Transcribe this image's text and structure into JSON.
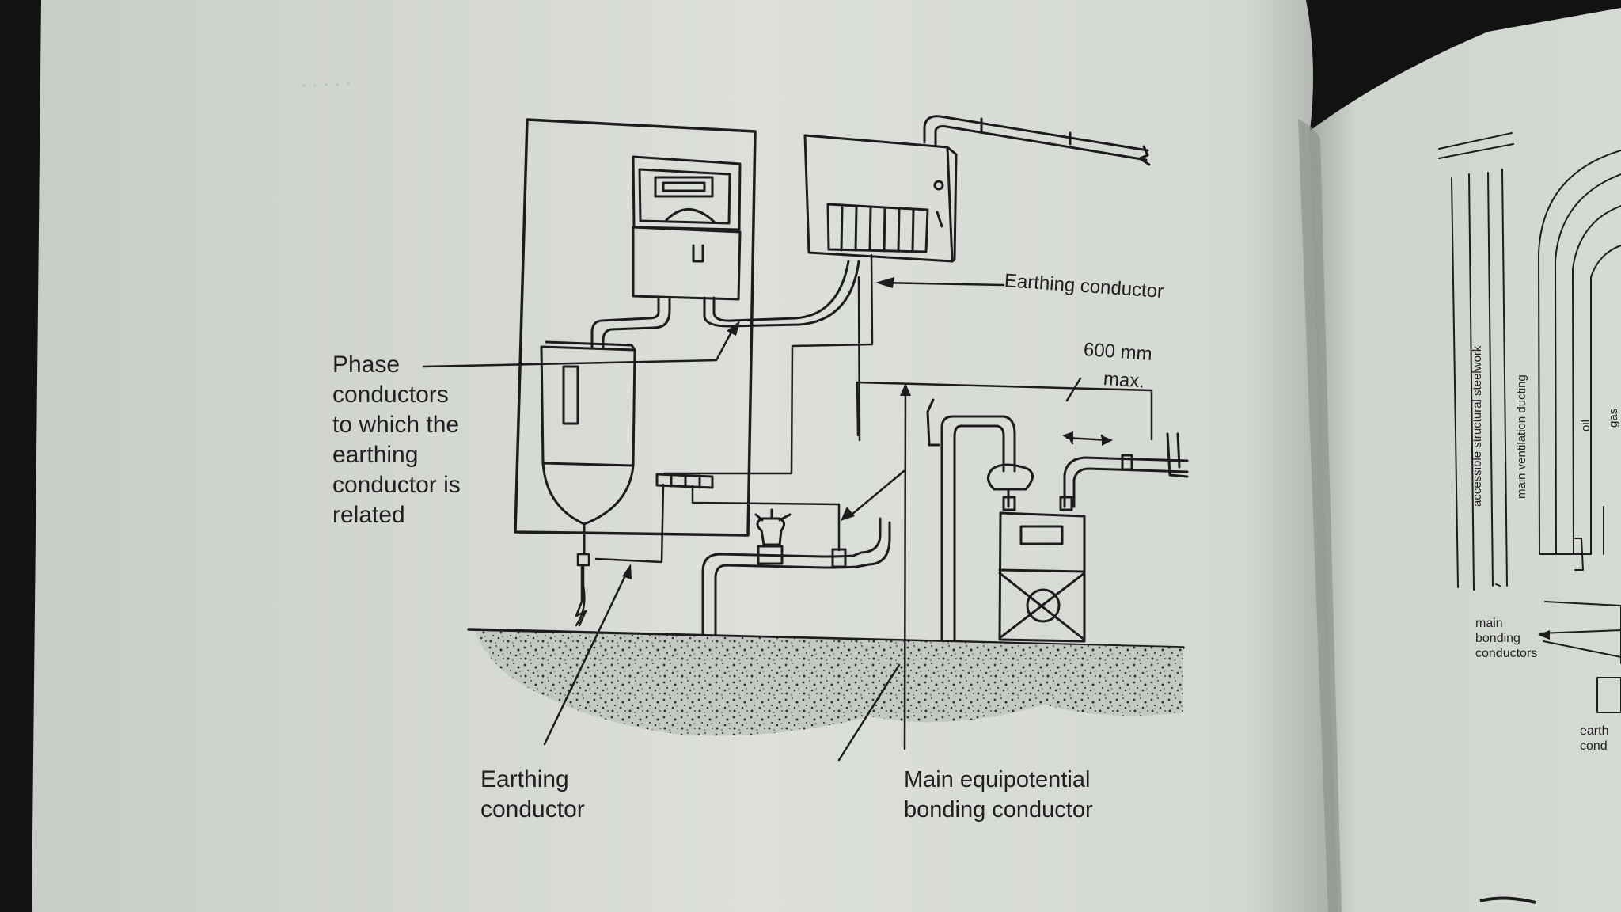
{
  "diagram": {
    "labels": {
      "phase_conductors": "Phase\nconductors\nto which the\nearthing\nconductor is\nrelated",
      "earthing_conductor_top": "Earthing conductor",
      "distance_value": "600 mm",
      "distance_qualifier": "max.",
      "earthing_conductor_bottom": "Earthing\nconductor",
      "main_bonding": "Main equipotential\nbonding conductor"
    }
  },
  "right_page": {
    "labels": {
      "structural_steelwork": "accessible structural steelwork",
      "ventilation_ducting": "main ventilation ducting",
      "oil": "oil",
      "gas": "gas",
      "main_bonding_conductors": "main\nbonding\nconductors",
      "earth_cond": "earth\ncond"
    }
  },
  "colors": {
    "background": "#121212",
    "paper_left": "#d9ddd7",
    "paper_right": "#d2d6d0",
    "ink": "#1c1c1c"
  }
}
